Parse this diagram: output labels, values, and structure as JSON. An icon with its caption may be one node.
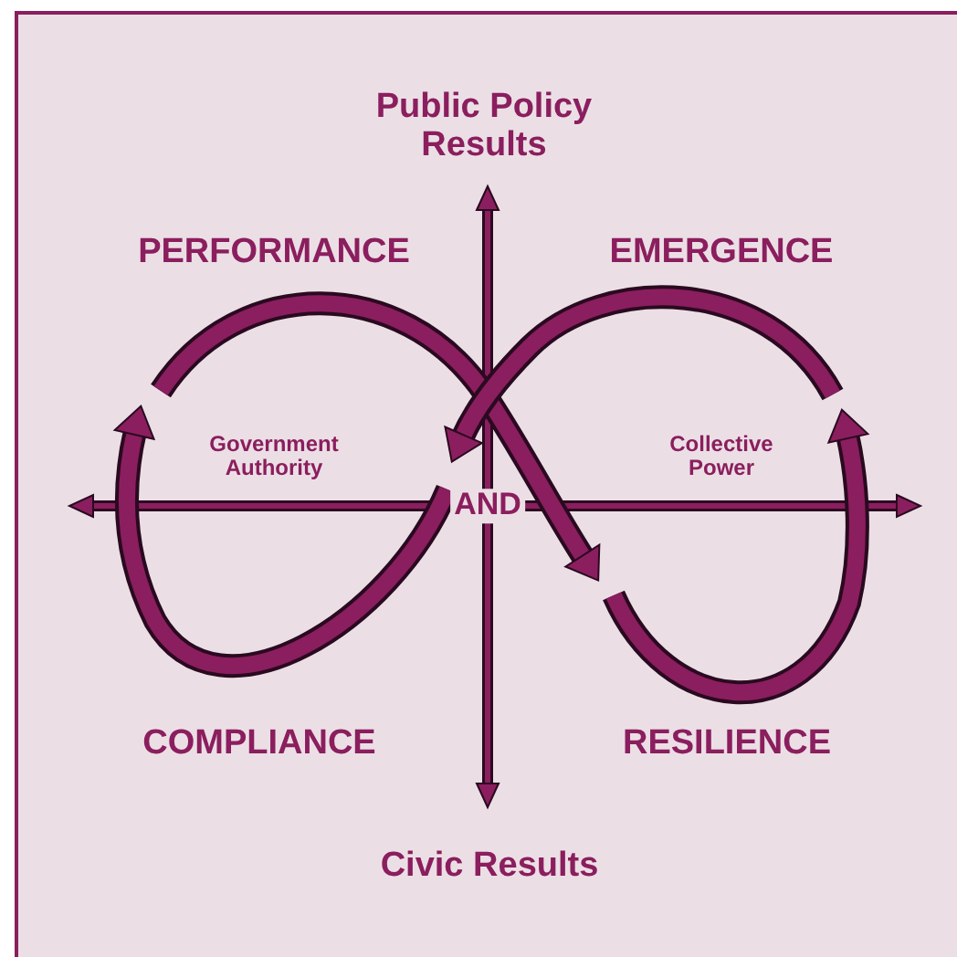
{
  "diagram": {
    "labels": [
      "Public Policy Results",
      "PERFORMANCE",
      "EMERGENCE",
      "Government Authority",
      "Collective Power",
      "AND",
      "COMPLIANCE",
      "RESILIENCE",
      "Civic Results"
    ]
  }
}
